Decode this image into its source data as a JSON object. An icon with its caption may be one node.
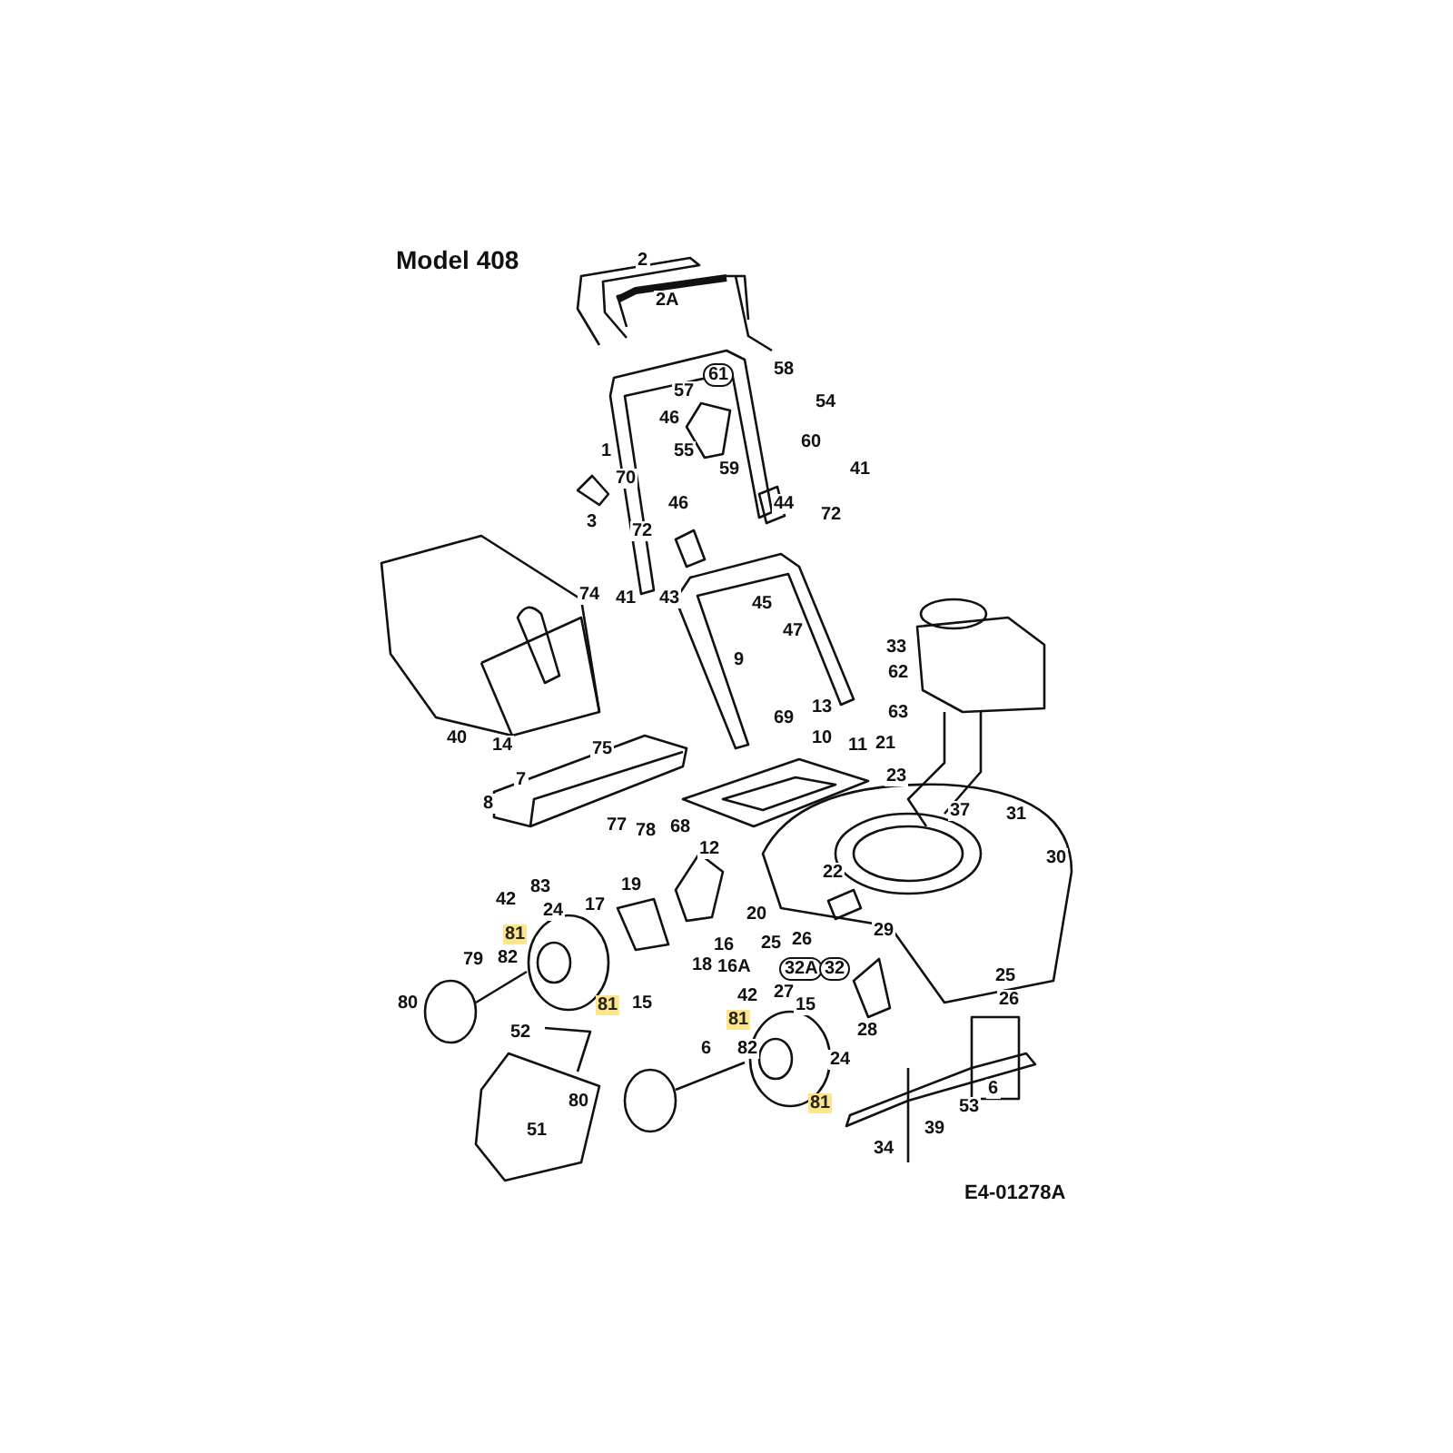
{
  "diagram": {
    "title": "Model 408",
    "labels": [
      "2",
      "2A",
      "61",
      "58",
      "57",
      "54",
      "46",
      "55",
      "60",
      "1",
      "59",
      "70",
      "41",
      "46",
      "44",
      "72",
      "3",
      "72",
      "74",
      "41",
      "43",
      "45",
      "47",
      "9",
      "33",
      "62",
      "63",
      "40",
      "14",
      "13",
      "69",
      "75",
      "10",
      "11",
      "21",
      "7",
      "23",
      "37",
      "31",
      "8",
      "77",
      "78",
      "68",
      "12",
      "22",
      "30",
      "83",
      "19",
      "17",
      "42",
      "24",
      "20",
      "16",
      "16A",
      "81",
      "79",
      "82",
      "18",
      "25",
      "26",
      "29",
      "32A",
      "32",
      "80",
      "81",
      "15",
      "42",
      "27",
      "15",
      "25",
      "26",
      "52",
      "81",
      "6",
      "82",
      "28",
      "24",
      "81",
      "6",
      "53",
      "80",
      "51",
      "39",
      "34",
      "E4-01278A"
    ]
  }
}
